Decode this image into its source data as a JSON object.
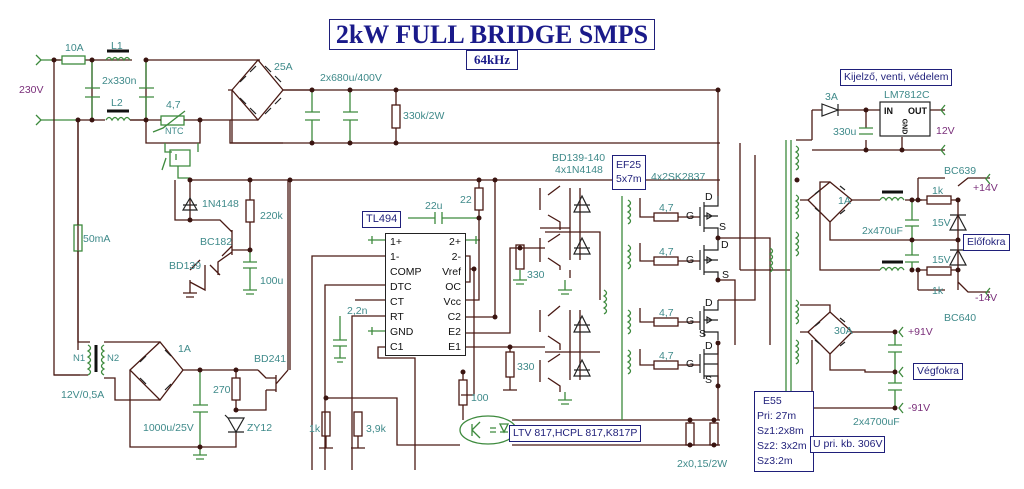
{
  "title": "2kW FULL BRIDGE SMPS",
  "frequency": "64kHz",
  "input": {
    "mains_voltage": "230V",
    "fuse": "10A",
    "choke_1": "L1",
    "choke_2": "L2",
    "x_caps": "2x330n",
    "ntc_value": "4,7",
    "ntc_label": "NTC",
    "bridge_rating": "25A",
    "bulk_caps": "2x680u/400V",
    "bleeder": "330k/2W"
  },
  "aux_supply": {
    "fuse": "50mA",
    "n1": "N1",
    "n2": "N2",
    "transformer": "12V/0,5A",
    "bridge_rating": "1A",
    "cap": "1000u/25V",
    "resistor": "270",
    "zener": "ZY12",
    "regulator_transistor": "BD241"
  },
  "softstart": {
    "diode": "1N4148",
    "resistor": "220k",
    "cap": "100u",
    "transistor_1": "BC182",
    "transistor_2": "BD139"
  },
  "controller": {
    "ic": "TL494",
    "decoupling_cap": "22u",
    "supply_resistor": "22",
    "timing_cap": "2,2n",
    "pins_left": [
      "1+",
      "1-",
      "COMP",
      "DTC",
      "CT",
      "RT",
      "GND",
      "C1"
    ],
    "pins_right": [
      "2+",
      "2-",
      "Vref",
      "OC",
      "Vcc",
      "C2",
      "E2",
      "E1"
    ],
    "emitter_resistor": "330",
    "fb_resistor_1": "1k",
    "fb_resistor_2": "3,9k",
    "opto_resistor": "100",
    "optocoupler": "LTV 817,HCPL 817,K817P"
  },
  "driver": {
    "transistors": "BD139-140",
    "diodes": "4x1N4148",
    "gate_transformer": "EF25",
    "gate_transformer_turns": "5x7m"
  },
  "power_stage": {
    "mosfets": "4x2SK2837",
    "gate_resistor": "4,7",
    "gate": "G",
    "drain": "D",
    "source": "S",
    "shunt": "2x0,15/2W"
  },
  "transformer": {
    "core": "E55",
    "windings": [
      "Pri:  27m",
      "Sz1:2x8m",
      "Sz2: 3x2m",
      "Sz3:2m"
    ],
    "note": "U pri. kb. 306V"
  },
  "outputs": {
    "aux_label": "Kijelző, venti, védelem",
    "aux_diode": "3A",
    "aux_cap": "330u",
    "regulator": "LM7812C",
    "reg_in": "IN",
    "reg_out": "OUT",
    "reg_gnd": "GND",
    "aux_voltage": "12V",
    "pre_bridge": "1A",
    "pre_caps": "2x470uF",
    "pre_res": "1k",
    "pre_zener": "15V",
    "pos_transistor": "BC639",
    "neg_transistor": "BC640",
    "pos_voltage": "+14V",
    "neg_voltage": "-14V",
    "pre_label": "Előfokra",
    "main_bridge": "30A",
    "main_caps": "2x4700uF",
    "main_pos": "+91V",
    "main_neg": "-91V",
    "main_label": "Végfokra"
  }
}
